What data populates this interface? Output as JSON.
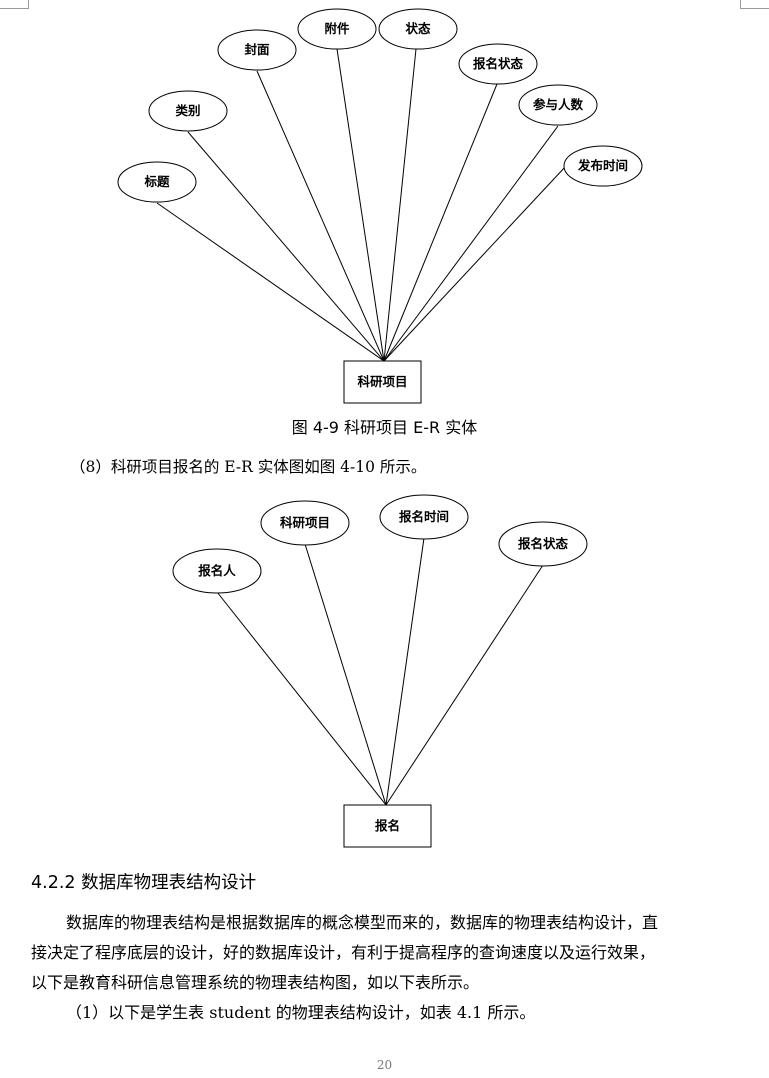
{
  "diagram1": {
    "attributes": [
      "标题",
      "类别",
      "封面",
      "附件",
      "状态",
      "报名状态",
      "参与人数",
      "发布时间"
    ],
    "entity": "科研项目",
    "caption": "图 4-9 科研项目 E-R 实体"
  },
  "intro_line": "（8）科研项目报名的 E-R 实体图如图 4-10 所示。",
  "diagram2": {
    "attributes": [
      "报名人",
      "科研项目",
      "报名时间",
      "报名状态"
    ],
    "entity": "报名"
  },
  "section": {
    "heading": "4.2.2 数据库物理表结构设计",
    "lines": [
      "数据库的物理表结构是根据数据库的概念模型而来的，数据库的物理表结构设计，直",
      "接决定了程序底层的设计，好的数据库设计，有利于提高程序的查询速度以及运行效果，",
      "以下是教育科研信息管理系统的物理表结构图，如以下表所示。",
      "（1）以下是学生表 student 的物理表结构设计，如表 4.1 所示。"
    ]
  },
  "page_number": "20"
}
